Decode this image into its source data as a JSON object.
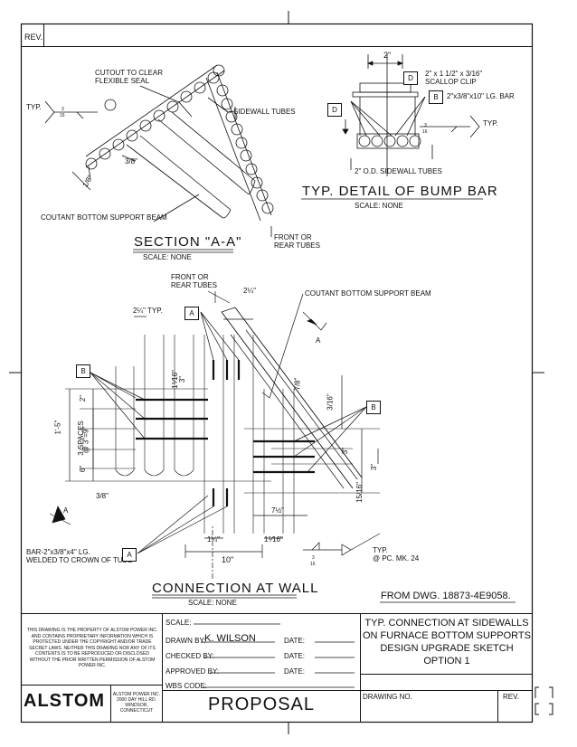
{
  "rev_label": "REV.",
  "top": {
    "cutout_note": [
      "CUTOUT TO CLEAR",
      "FLEXIBLE SEAL"
    ],
    "typ": "TYP.",
    "weld_3_16": [
      "3",
      "16"
    ],
    "sidewall_tubes": "SIDEWALL TUBES",
    "dim_3_8": "3/8\"",
    "dim_1_8": "1/8\"",
    "coutant_beam": "COUTANT BOTTOM SUPPORT BEAM",
    "section_title": "SECTION \"A-A\"",
    "section_scale": "SCALE:  NONE",
    "front_rear_tubes": [
      "FRONT OR",
      "REAR TUBES"
    ]
  },
  "bump": {
    "dim_2": "2\"",
    "clip_note": [
      "2\" x 1 1/2\" x 3/16\"",
      "SCALLOP CLIP"
    ],
    "bar_note": "2\"x3/8\"x10\" LG. BAR",
    "marker_d": "D",
    "marker_b": "B",
    "typ": "TYP.",
    "weld": [
      "3",
      "16"
    ],
    "od_tubes": "2\" O.D. SIDEWALL TUBES",
    "title": "TYP. DETAIL OF BUMP BAR",
    "scale": "SCALE:  NONE"
  },
  "conn": {
    "front_rear": [
      "FRONT OR",
      "REAR TUBES"
    ],
    "coutant_beam": "COUTANT BOTTOM SUPPORT BEAM",
    "dim_2_1_4": "2¼\"",
    "dim_2_1_4_typ": "2¼\" TYP.",
    "marker_a": "A",
    "marker_b": "B",
    "dim_1_5": "1'-5\"",
    "spaces": [
      "3 SPACES",
      "@ 3\"=9\""
    ],
    "dim_2": "2\"",
    "dim_6": "6\"",
    "dim_3": "3\"",
    "dim_3_8": "3/8\"",
    "dim_1_1_4": "1¼\"",
    "dim_1_1_16": "1⅟16\"",
    "dim_10": "10\"",
    "dim_7_1_2": "7½\"",
    "dim_7_8": "7/8\"",
    "dim_3_16": "3/16\"",
    "dim_15_16": "15/16\"",
    "bar_note": [
      "BAR-2\"x3/8\"x4\" LG.",
      "WELDED TO CROWN OF TUBE"
    ],
    "typ_pc": [
      "TYP.",
      "@ PC. MK. 24"
    ],
    "weld": [
      "3",
      "16"
    ],
    "title": "CONNECTION AT WALL",
    "scale": "SCALE:  NONE",
    "from_dwg": "FROM DWG. 18873-4E9058."
  },
  "titleblock": {
    "property_note": "THIS DRAWING IS THE PROPERTY OF ALSTOM POWER INC. AND CONTAINS PROPRIETARY INFORMATION WHICH IS PROTECTED UNDER THE COPYRIGHT AND/OR TRADE SECRET LAWS. NEITHER THIS DRAWING NOR ANY OF ITS CONTENTS IS TO BE REPRODUCED OR DISCLOSED WITHOUT THE PRIOR WRITTEN PERMISSION OF ALSTOM POWER INC.",
    "scale_label": "SCALE:",
    "drawn_by_label": "DRAWN BY:",
    "drawn_by_value": "K. WILSON",
    "checked_by_label": "CHECKED BY:",
    "approved_by_label": "APPROVED BY:",
    "date_label": "DATE:",
    "wbs_label": "WBS CODE:",
    "title_lines": [
      "TYP. CONNECTION AT SIDEWALLS",
      "ON FURNACE BOTTOM SUPPORTS",
      "DESIGN UPGRADE SKETCH",
      "OPTION 1"
    ],
    "logo": "ALSTOM",
    "address": [
      "ALSTOM POWER INC.",
      "2000 DAY HILL RD.",
      "WINDSOR,",
      "CONNECTICUT"
    ],
    "proposal": "PROPOSAL",
    "drawing_no_label": "DRAWING NO.",
    "rev_label": "REV."
  }
}
